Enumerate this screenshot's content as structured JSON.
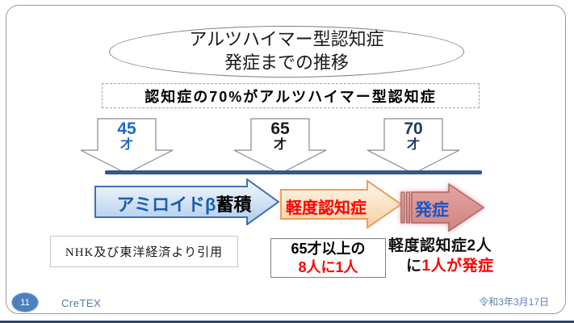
{
  "header": {
    "title_line1": "アルツハイマー型認知症",
    "title_line2": "発症までの推移",
    "banner": "認知症の70%がアルツハイマー型認知症"
  },
  "age_markers": [
    {
      "age": "45",
      "suffix": "才",
      "color": "#1b6ac9"
    },
    {
      "age": "65",
      "suffix": "才",
      "color": "#1a1a1a"
    },
    {
      "age": "70",
      "suffix": "才",
      "color": "#1f3864"
    }
  ],
  "timeline": {
    "bar_color": "#32598c"
  },
  "stages": [
    {
      "name": "amyloid-accumulation",
      "label_part1": "アミロイドβ",
      "label_part1_color": "#1b5eae",
      "label_part2": "蓄積",
      "label_part2_color": "#000000",
      "fill": "#c9ddf2",
      "border": "#3e6fb5"
    },
    {
      "name": "mild-dementia",
      "label": "軽度認知症",
      "label_color": "#ff0000",
      "fill": "#f9ddbc",
      "border": "#ed9e5b"
    },
    {
      "name": "onset",
      "label": "発症",
      "label_color": "#1857c8",
      "fill": "#dc9593",
      "border": "#a86868"
    }
  ],
  "notes": {
    "citation": "NHK及び東洋経済より引用",
    "stat_box_line1": "65才以上の",
    "stat_box_line2": "8人に1人",
    "stat_text_line1": "軽度認知症2人",
    "stat_text_line2_prefix": "に",
    "stat_text_line2_highlight": "1人が発症",
    "highlight_color": "#ff0000"
  },
  "footer": {
    "page_number": "11",
    "brand": "CreTEX",
    "date": "令和3年3月17日"
  }
}
